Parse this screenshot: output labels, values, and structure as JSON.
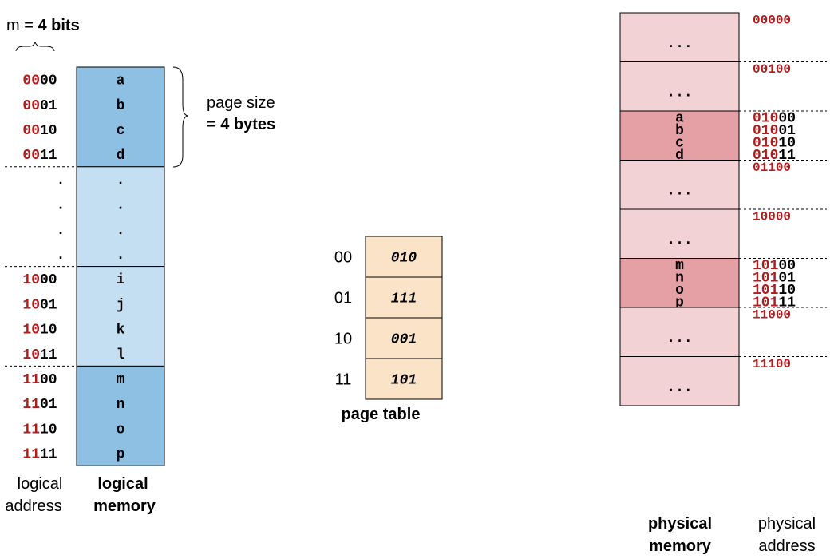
{
  "colors": {
    "address_high_bits": "#b01c1c",
    "address_low_bits": "#000000",
    "logical_page_dark": "#8ec0e4",
    "logical_page_light": "#c4dff1",
    "physical_frame_dark": "#e5a0a6",
    "physical_frame_light": "#f3d2d5",
    "page_table_fill": "#fbe3c8"
  },
  "top_label": {
    "prefix": "m = ",
    "bold": "4 bits"
  },
  "page_size_label": {
    "line1": "page size",
    "line2_prefix": "= ",
    "line2_bold": "4 bytes"
  },
  "logical_address_label": [
    "logical",
    "address"
  ],
  "logical_memory_label": [
    "logical",
    "memory"
  ],
  "logical_memory": [
    {
      "page": "00",
      "shade": "dark",
      "rows": [
        {
          "addr": "0000",
          "val": "a"
        },
        {
          "addr": "0001",
          "val": "b"
        },
        {
          "addr": "0010",
          "val": "c"
        },
        {
          "addr": "0011",
          "val": "d"
        }
      ]
    },
    {
      "page": "01",
      "shade": "light",
      "rows": [
        {
          "addr": ".",
          "val": "."
        },
        {
          "addr": ".",
          "val": "."
        },
        {
          "addr": ".",
          "val": "."
        },
        {
          "addr": ".",
          "val": "."
        }
      ]
    },
    {
      "page": "10",
      "shade": "light",
      "rows": [
        {
          "addr": "1000",
          "val": "i"
        },
        {
          "addr": "1001",
          "val": "j"
        },
        {
          "addr": "1010",
          "val": "k"
        },
        {
          "addr": "1011",
          "val": "l"
        }
      ]
    },
    {
      "page": "11",
      "shade": "dark",
      "rows": [
        {
          "addr": "1100",
          "val": "m"
        },
        {
          "addr": "1101",
          "val": "n"
        },
        {
          "addr": "1110",
          "val": "o"
        },
        {
          "addr": "1111",
          "val": "p"
        }
      ]
    }
  ],
  "page_table": {
    "label": "page table",
    "entries": [
      {
        "index": "00",
        "frame": "010"
      },
      {
        "index": "01",
        "frame": "111"
      },
      {
        "index": "10",
        "frame": "001"
      },
      {
        "index": "11",
        "frame": "101"
      }
    ]
  },
  "physical_memory": [
    {
      "shade": "light",
      "content": [
        "..."
      ],
      "addresses": [
        "00000"
      ]
    },
    {
      "shade": "light",
      "content": [
        "..."
      ],
      "addresses": [
        "00100"
      ]
    },
    {
      "shade": "dark",
      "content": [
        "a",
        "b",
        "c",
        "d"
      ],
      "addresses": [
        "01000",
        "01001",
        "01010",
        "01011"
      ]
    },
    {
      "shade": "light",
      "content": [
        "..."
      ],
      "addresses": [
        "01100"
      ]
    },
    {
      "shade": "light",
      "content": [
        "..."
      ],
      "addresses": [
        "10000"
      ]
    },
    {
      "shade": "dark",
      "content": [
        "m",
        "n",
        "o",
        "p"
      ],
      "addresses": [
        "10100",
        "10101",
        "10110",
        "10111"
      ]
    },
    {
      "shade": "light",
      "content": [
        "..."
      ],
      "addresses": [
        "11000"
      ]
    },
    {
      "shade": "light",
      "content": [
        "..."
      ],
      "addresses": [
        "11100"
      ]
    }
  ],
  "physical_memory_label": [
    "physical",
    "memory"
  ],
  "physical_address_label": [
    "physical",
    "address"
  ]
}
